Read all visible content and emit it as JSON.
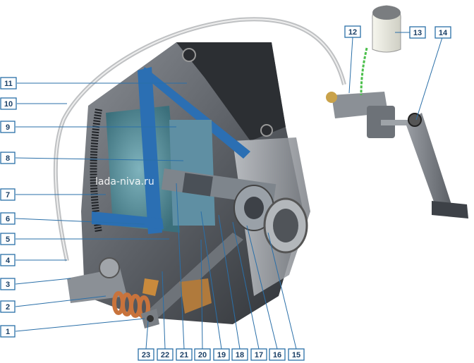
{
  "watermark": "lada-niva.ru",
  "colors": {
    "housing_dark": "#3a3d42",
    "housing_mid": "#6b6f75",
    "housing_light": "#a8acb1",
    "cutaway_blue": "#2b6fb3",
    "disc_teal": "#4d8a96",
    "spring_orange": "#c8733c",
    "bronze": "#b07a3c",
    "reservoir": "#e9e9e0",
    "hose": "#d8d8d8",
    "callout_border": "#2a6fa8"
  },
  "callouts": {
    "c1": "1",
    "c2": "2",
    "c3": "3",
    "c4": "4",
    "c5": "5",
    "c6": "6",
    "c7": "7",
    "c8": "8",
    "c9": "9",
    "c10": "10",
    "c11": "11",
    "c12": "12",
    "c13": "13",
    "c14": "14",
    "c15": "15",
    "c16": "16",
    "c17": "17",
    "c18": "18",
    "c19": "19",
    "c20": "20",
    "c21": "21",
    "c22": "22",
    "c23": "23"
  }
}
